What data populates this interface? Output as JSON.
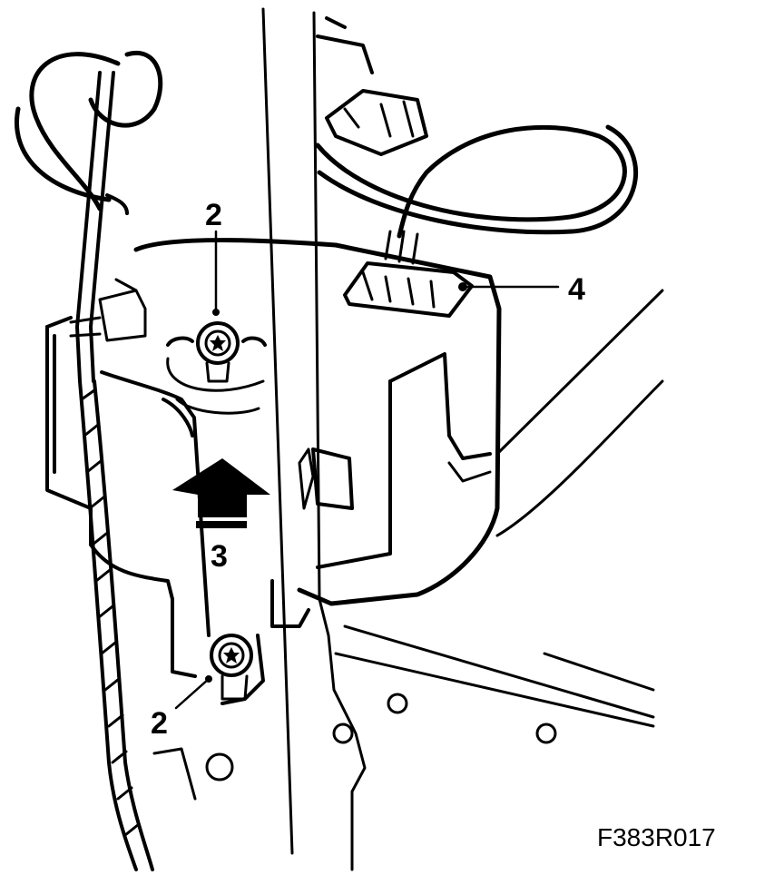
{
  "figure": {
    "callouts": [
      {
        "id": "screw-top",
        "label": "2"
      },
      {
        "id": "screw-bottom",
        "label": "2"
      },
      {
        "id": "direction-arrow",
        "label": "3"
      },
      {
        "id": "connector",
        "label": "4"
      }
    ],
    "reference_code": "F383R017",
    "colors": {
      "line": "#000000",
      "background": "#ffffff"
    }
  }
}
